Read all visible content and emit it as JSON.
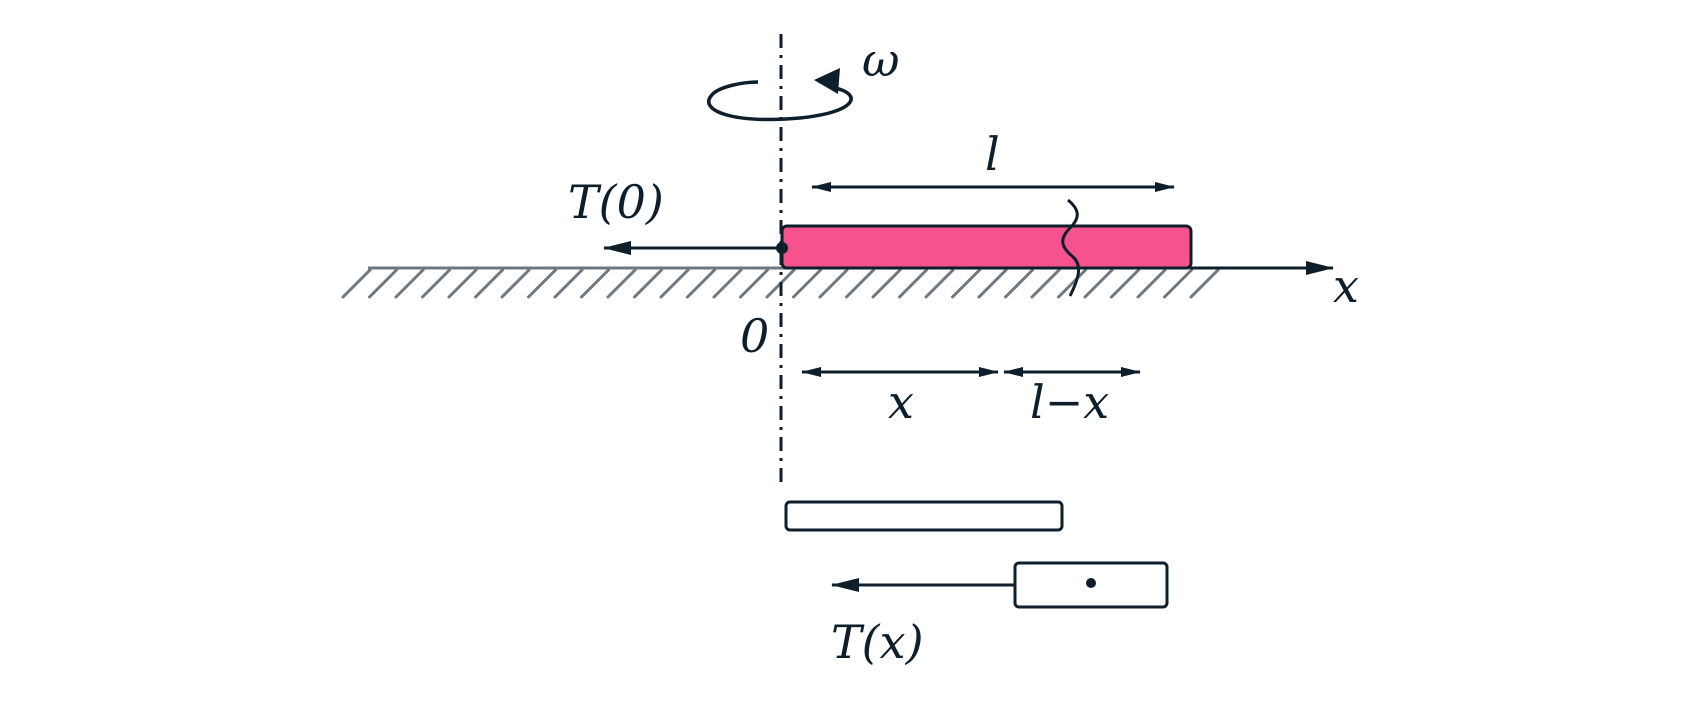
{
  "labels": {
    "omega": "ω",
    "length": "l",
    "tension_at_axis": "T(0)",
    "origin": "0",
    "x_axis": "x",
    "segment_x": "x",
    "segment_rest": "l−x",
    "tension_at_x": "T(x)"
  },
  "colors": {
    "rod_fill": "#f5528e",
    "ink": "#0e1f2b",
    "ground_hatch": "#6e7880",
    "background": "#ffffff"
  }
}
